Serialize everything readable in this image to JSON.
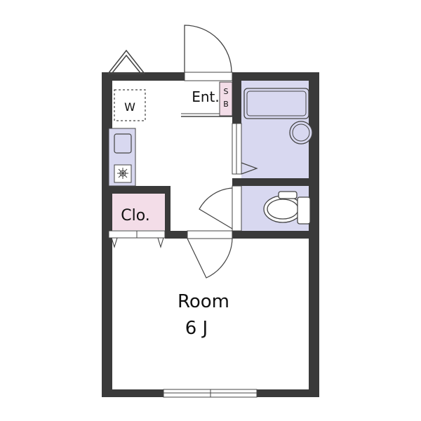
{
  "labels": {
    "entrance": "Ent.",
    "shoe_box_top": "S",
    "shoe_box_bottom": "B",
    "washer": "W",
    "closet": "Clo.",
    "room": "Room",
    "room_size": "6 J"
  },
  "colors": {
    "wall": "#3a3a3a",
    "wet_area": "#d8d8f0",
    "closet": "#f3dde8",
    "shoe_box": "#f3dde8",
    "line": "#444444"
  },
  "icons": {
    "washer": "dashed-square",
    "stove": "burner-icon",
    "sink": "sink-icon",
    "bathtub": "bathtub-icon",
    "toilet": "toilet-icon"
  }
}
